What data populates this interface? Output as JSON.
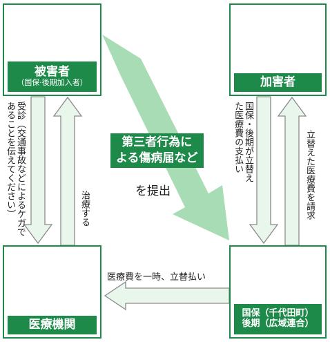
{
  "nodes": {
    "victim": {
      "title": "被害者",
      "subtitle": "（国保·後期加入者）"
    },
    "perpetrator": {
      "title": "加害者"
    },
    "medical": {
      "title": "医療機関"
    },
    "insurer": {
      "line1": "国保（千代田町）",
      "line2": "後期（広域連合）"
    }
  },
  "flows": {
    "report_highlight_line1": "第三者行為に",
    "report_highlight_line2": "よる傷病届など",
    "report_suffix": "を提出",
    "consult": "受診（交通事故などによるケガであることを伝えてください）",
    "treat": "治療する",
    "insurer_pays": "国保・後期が立替えた医療費の支払い",
    "request_reimbursement": "立替えた医療費を請求",
    "temp_payment": "医療費を一時、立替払い"
  },
  "colors": {
    "green": "#1e8a4a",
    "arrow_fill": "#c8e9cf",
    "arrow_stroke": "#8a8a8a",
    "big_arrow": "#a8dcb4"
  }
}
